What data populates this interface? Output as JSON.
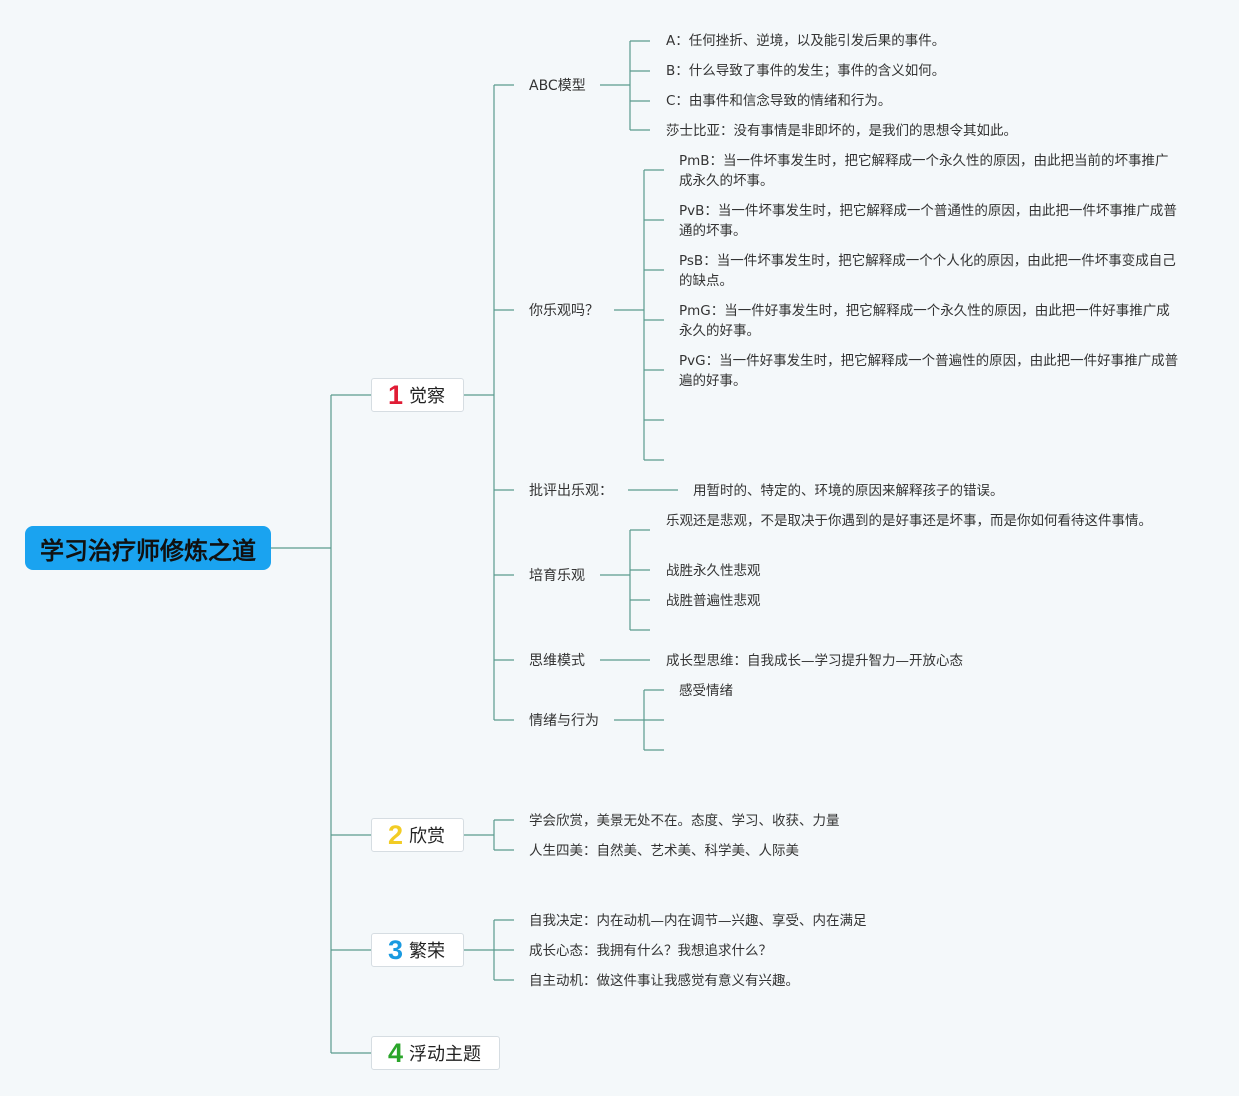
{
  "root": "学习治疗师修炼之道",
  "colors": {
    "line": "#5a9a8e",
    "root_bg": "#1aa3f0",
    "num1": "#e01c35",
    "num2": "#f2cc24",
    "num3": "#1a9ae0",
    "num4": "#2aa52a"
  },
  "topics": [
    {
      "num": "1",
      "label": "觉察",
      "children": [
        {
          "label": "ABC模型",
          "items": [
            "A：任何挫折、逆境，以及能引发后果的事件。",
            "B：什么导致了事件的发生；事件的含义如何。",
            "C：由事件和信念导致的情绪和行为。",
            "莎士比亚：没有事情是非即坏的，是我们的思想令其如此。"
          ]
        },
        {
          "label": "你乐观吗？",
          "items": [
            "PmB：当一件坏事发生时，把它解释成一个永久性的原因，由此把当前的坏事推广成永久的坏事。",
            "PvB：当一件坏事发生时，把它解释成一个普通性的原因，由此把一件坏事推广成普通的坏事。",
            "PsB：当一件坏事发生时，把它解释成一个个人化的原因，由此把一件坏事变成自己的缺点。",
            "PmG：当一件好事发生时，把它解释成一个永久性的原因，由此把一件好事推广成永久的好事。",
            "PvG：当一件好事发生时，把它解释成一个普遍性的原因，由此把一件好事推广成普遍的好事。"
          ]
        },
        {
          "label": "批评出乐观：",
          "items": [
            "用暂时的、特定的、环境的原因来解释孩子的错误。"
          ]
        },
        {
          "label": "培育乐观",
          "items": [
            "乐观还是悲观，不是取决于你遇到的是好事还是坏事，而是你如何看待这件事情。",
            "战胜永久性悲观",
            "战胜普遍性悲观"
          ]
        },
        {
          "label": "思维模式",
          "items": [
            "成长型思维：自我成长—学习提升智力—开放心态"
          ]
        },
        {
          "label": "情绪与行为",
          "items": [
            "感受情绪"
          ]
        }
      ]
    },
    {
      "num": "2",
      "label": "欣赏",
      "items": [
        "学会欣赏，美景无处不在。态度、学习、收获、力量",
        "人生四美：自然美、艺术美、科学美、人际美"
      ]
    },
    {
      "num": "3",
      "label": "繁荣",
      "items": [
        "自我决定：内在动机—内在调节—兴趣、享受、内在满足",
        "成长心态：我拥有什么？我想追求什么？",
        "自主动机：做这件事让我感觉有意义有兴趣。"
      ]
    },
    {
      "num": "4",
      "label": "浮动主题"
    }
  ]
}
